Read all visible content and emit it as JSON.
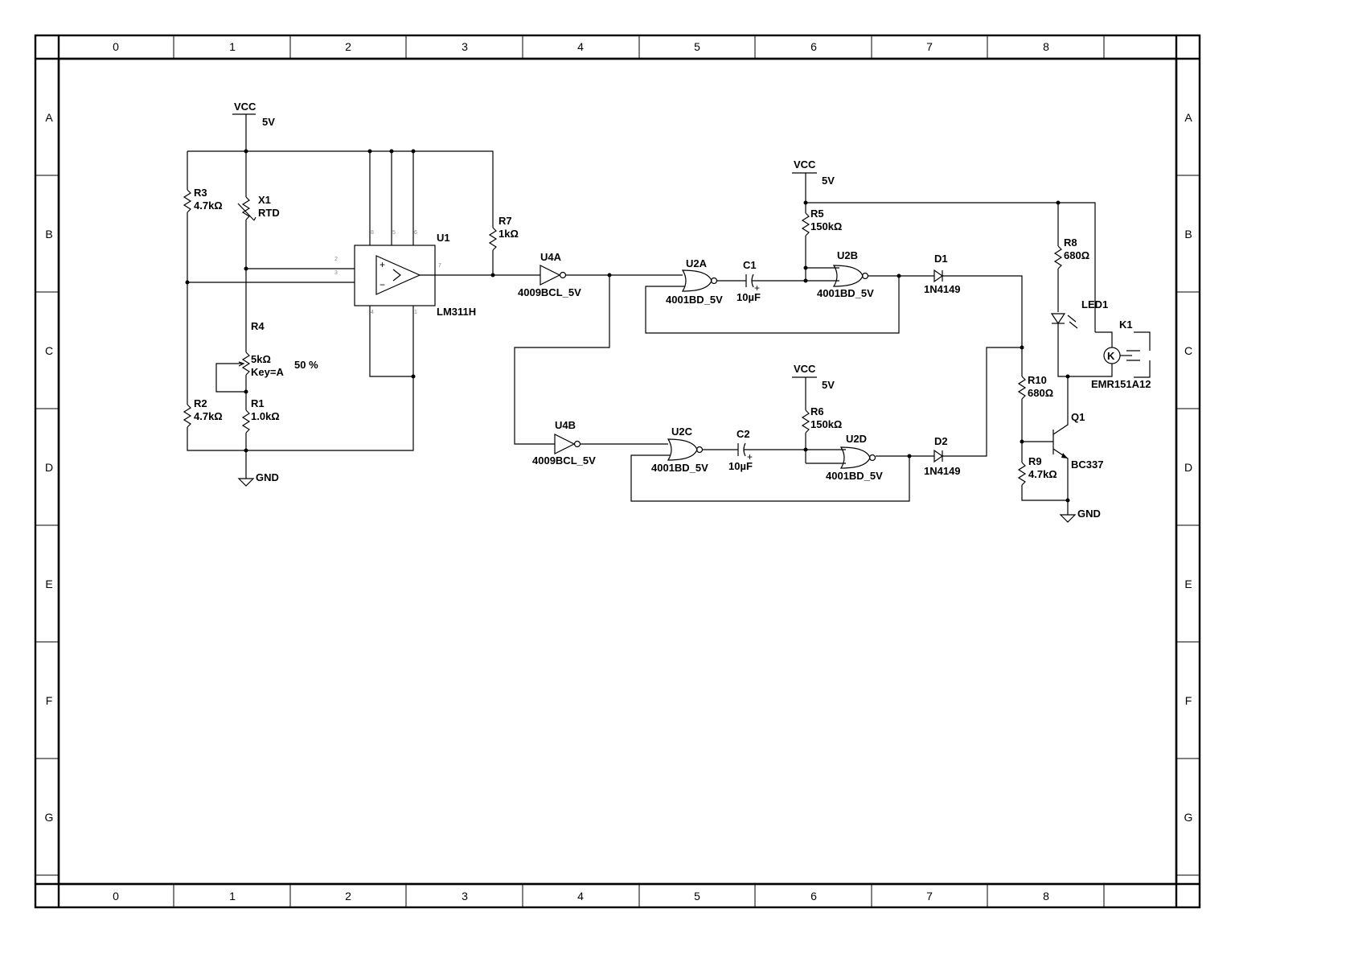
{
  "border": {
    "columns": [
      "0",
      "1",
      "2",
      "3",
      "4",
      "5",
      "6",
      "7",
      "8"
    ],
    "rows": [
      "A",
      "B",
      "C",
      "D",
      "E",
      "F",
      "G"
    ]
  },
  "components": {
    "vcc1": {
      "name": "VCC",
      "value": "5V"
    },
    "vcc2": {
      "name": "VCC",
      "value": "5V"
    },
    "vcc3": {
      "name": "VCC",
      "value": "5V"
    },
    "gnd1": {
      "name": "GND"
    },
    "gnd2": {
      "name": "GND"
    },
    "r3": {
      "ref": "R3",
      "value": "4.7kΩ"
    },
    "x1": {
      "ref": "X1",
      "value": "RTD"
    },
    "r4": {
      "ref": "R4",
      "value": "5kΩ",
      "key": "Key=A",
      "percent": "50 %"
    },
    "r1": {
      "ref": "R1",
      "value": "1.0kΩ"
    },
    "r2": {
      "ref": "R2",
      "value": "4.7kΩ"
    },
    "u1": {
      "ref": "U1",
      "part": "LM311H",
      "pins": [
        "2",
        "3",
        "7",
        "8",
        "5",
        "6",
        "4",
        "1"
      ]
    },
    "r7": {
      "ref": "R7",
      "value": "1kΩ"
    },
    "u4a": {
      "ref": "U4A",
      "part": "4009BCL_5V"
    },
    "u4b": {
      "ref": "U4B",
      "part": "4009BCL_5V"
    },
    "u2a": {
      "ref": "U2A",
      "part": "4001BD_5V"
    },
    "u2b": {
      "ref": "U2B",
      "part": "4001BD_5V"
    },
    "u2c": {
      "ref": "U2C",
      "part": "4001BD_5V"
    },
    "u2d": {
      "ref": "U2D",
      "part": "4001BD_5V"
    },
    "c1": {
      "ref": "C1",
      "value": "10µF"
    },
    "c2": {
      "ref": "C2",
      "value": "10µF"
    },
    "r5": {
      "ref": "R5",
      "value": "150kΩ"
    },
    "r6": {
      "ref": "R6",
      "value": "150kΩ"
    },
    "d1": {
      "ref": "D1",
      "part": "1N4149"
    },
    "d2": {
      "ref": "D2",
      "part": "1N4149"
    },
    "r8": {
      "ref": "R8",
      "value": "680Ω"
    },
    "led1": {
      "ref": "LED1"
    },
    "k1": {
      "ref": "K1",
      "part": "EMR151A12"
    },
    "r10": {
      "ref": "R10",
      "value": "680Ω"
    },
    "q1": {
      "ref": "Q1",
      "part": "BC337"
    },
    "r9": {
      "ref": "R9",
      "value": "4.7kΩ"
    }
  }
}
